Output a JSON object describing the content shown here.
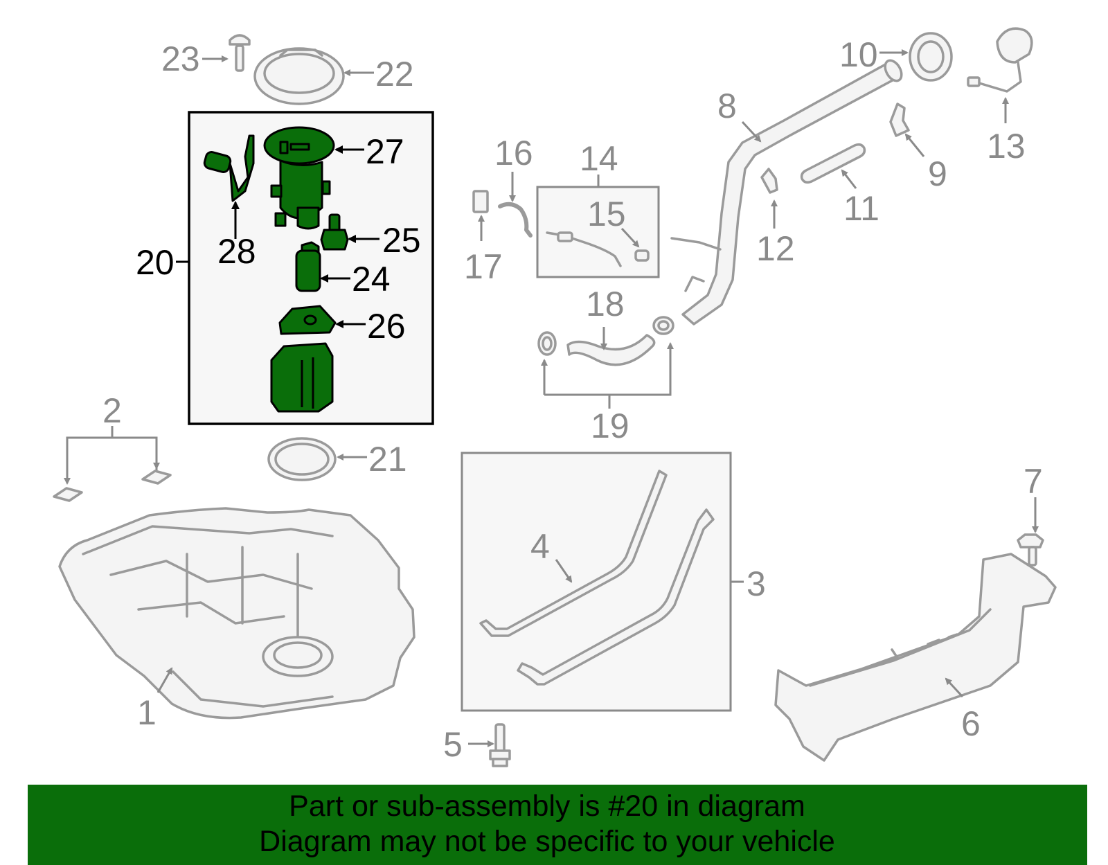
{
  "diagram": {
    "highlighted_part": "20",
    "part_numbers": [
      "1",
      "2",
      "3",
      "4",
      "5",
      "6",
      "7",
      "8",
      "9",
      "10",
      "11",
      "12",
      "13",
      "14",
      "15",
      "16",
      "17",
      "18",
      "19",
      "20",
      "21",
      "22",
      "23",
      "24",
      "25",
      "26",
      "27",
      "28"
    ],
    "colors": {
      "highlight": "#0a6e0a",
      "part_outline": "#9a9a9a",
      "label": "#8a8a8a",
      "banner": "#0a6e0a"
    }
  },
  "banner": {
    "line1": "Part or sub-assembly is #20 in diagram",
    "line2": "Diagram may not be specific to your vehicle"
  }
}
